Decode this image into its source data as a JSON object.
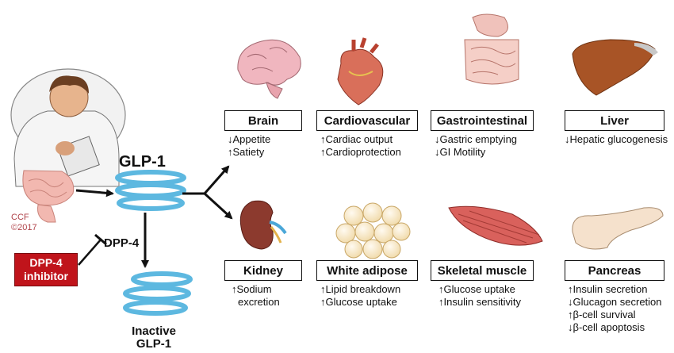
{
  "center": {
    "glp1": "GLP-1",
    "inactive_line1": "Inactive",
    "inactive_line2": "GLP-1",
    "dpp4": "DPP-4",
    "inhibitor_line1": "DPP-4",
    "inhibitor_line2": "inhibitor",
    "credit_line1": "CCF",
    "credit_line2": "©2017"
  },
  "organs": [
    {
      "name": "Brain",
      "effects": [
        "↓Appetite",
        "↑Satiety"
      ]
    },
    {
      "name": "Cardiovascular",
      "effects": [
        "↑Cardiac output",
        "↑Cardioprotection"
      ]
    },
    {
      "name": "Gastrointestinal",
      "effects": [
        "↓Gastric emptying",
        "↓GI Motility"
      ]
    },
    {
      "name": "Liver",
      "effects": [
        "↓Hepatic glucogenesis"
      ]
    },
    {
      "name": "Kidney",
      "effects": [
        "↑Sodium",
        "excretion"
      ]
    },
    {
      "name": "White adipose",
      "effects": [
        "↑Lipid breakdown",
        "↑Glucose uptake"
      ]
    },
    {
      "name": "Skeletal muscle",
      "effects": [
        "↑Glucose uptake",
        "↑Insulin sensitivity"
      ]
    },
    {
      "name": "Pancreas",
      "effects": [
        "↑Insulin secretion",
        "↓Glucagon secretion",
        "↑β-cell survival",
        "↓β-cell apoptosis"
      ]
    }
  ],
  "colors": {
    "inhibitor_red": "#c0141b",
    "peptide_blue": "#5db8e0",
    "arrow": "#111111"
  }
}
